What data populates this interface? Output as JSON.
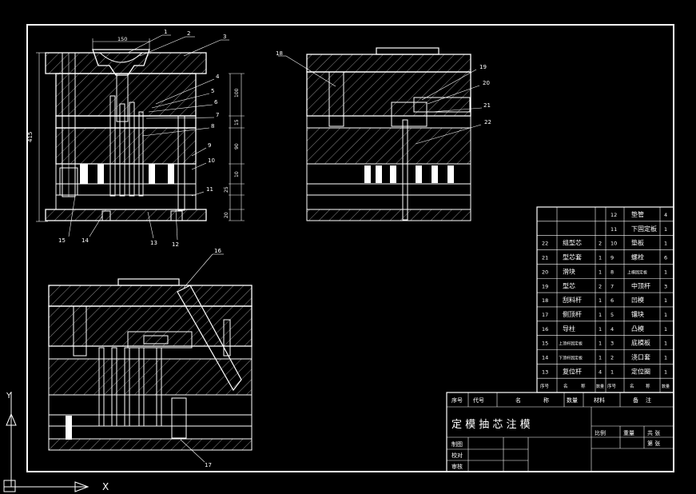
{
  "title_block": {
    "title": "定 模 抽 芯 注 模",
    "header": [
      "序号",
      "代号",
      "名",
      "称",
      "数量",
      "材料",
      "备",
      "注"
    ],
    "right_labels": [
      "比例",
      "重量",
      "共 张",
      "第 张"
    ],
    "left_labels": [
      "制图",
      "校对",
      "审核"
    ]
  },
  "bom_left_header": [
    "序号",
    "名",
    "称",
    "数量"
  ],
  "bom_right_header": [
    "序号",
    "名",
    "称",
    "数量"
  ],
  "bom_left": [
    {
      "no": "22",
      "name": "组型芯",
      "qty": "2"
    },
    {
      "no": "21",
      "name": "型芯套",
      "qty": "1"
    },
    {
      "no": "20",
      "name": "滑块",
      "qty": "1"
    },
    {
      "no": "19",
      "name": "型芯",
      "qty": "2"
    },
    {
      "no": "18",
      "name": "刮料杆",
      "qty": "1"
    },
    {
      "no": "17",
      "name": "侧顶杆",
      "qty": "1"
    },
    {
      "no": "16",
      "name": "导柱",
      "qty": "1"
    },
    {
      "no": "15",
      "name": "上顶杆固定板",
      "qty": "1"
    },
    {
      "no": "14",
      "name": "下顶杆固定板",
      "qty": "1"
    },
    {
      "no": "13",
      "name": "复位杆",
      "qty": "4"
    }
  ],
  "bom_right": [
    {
      "no": "12",
      "name": "垫管",
      "qty": "4"
    },
    {
      "no": "11",
      "name": "下固定板",
      "qty": "1"
    },
    {
      "no": "10",
      "name": "垫板",
      "qty": "1"
    },
    {
      "no": "9",
      "name": "螺栓",
      "qty": "6"
    },
    {
      "no": "8",
      "name": "上模固定板",
      "qty": "1"
    },
    {
      "no": "7",
      "name": "中顶杆",
      "qty": "3"
    },
    {
      "no": "6",
      "name": "凹模",
      "qty": "1"
    },
    {
      "no": "5",
      "name": "镶块",
      "qty": "1"
    },
    {
      "no": "4",
      "name": "凸模",
      "qty": "1"
    },
    {
      "no": "3",
      "name": "底模板",
      "qty": "1"
    },
    {
      "no": "2",
      "name": "浇口套",
      "qty": "1"
    },
    {
      "no": "1",
      "name": "定位圈",
      "qty": "1"
    }
  ],
  "dimensions": {
    "top": "150",
    "overall": "415",
    "right": [
      "100",
      "15",
      "90",
      "10",
      "25",
      "20"
    ]
  },
  "leaders": {
    "view1": [
      "1",
      "2",
      "3",
      "4",
      "5",
      "6",
      "7",
      "8",
      "9",
      "10",
      "11",
      "12",
      "13",
      "14",
      "15"
    ],
    "view2": [
      "18",
      "19",
      "20",
      "21",
      "22"
    ],
    "view3": [
      "16",
      "17"
    ]
  },
  "ucs": {
    "y": "Y",
    "x": "X"
  }
}
